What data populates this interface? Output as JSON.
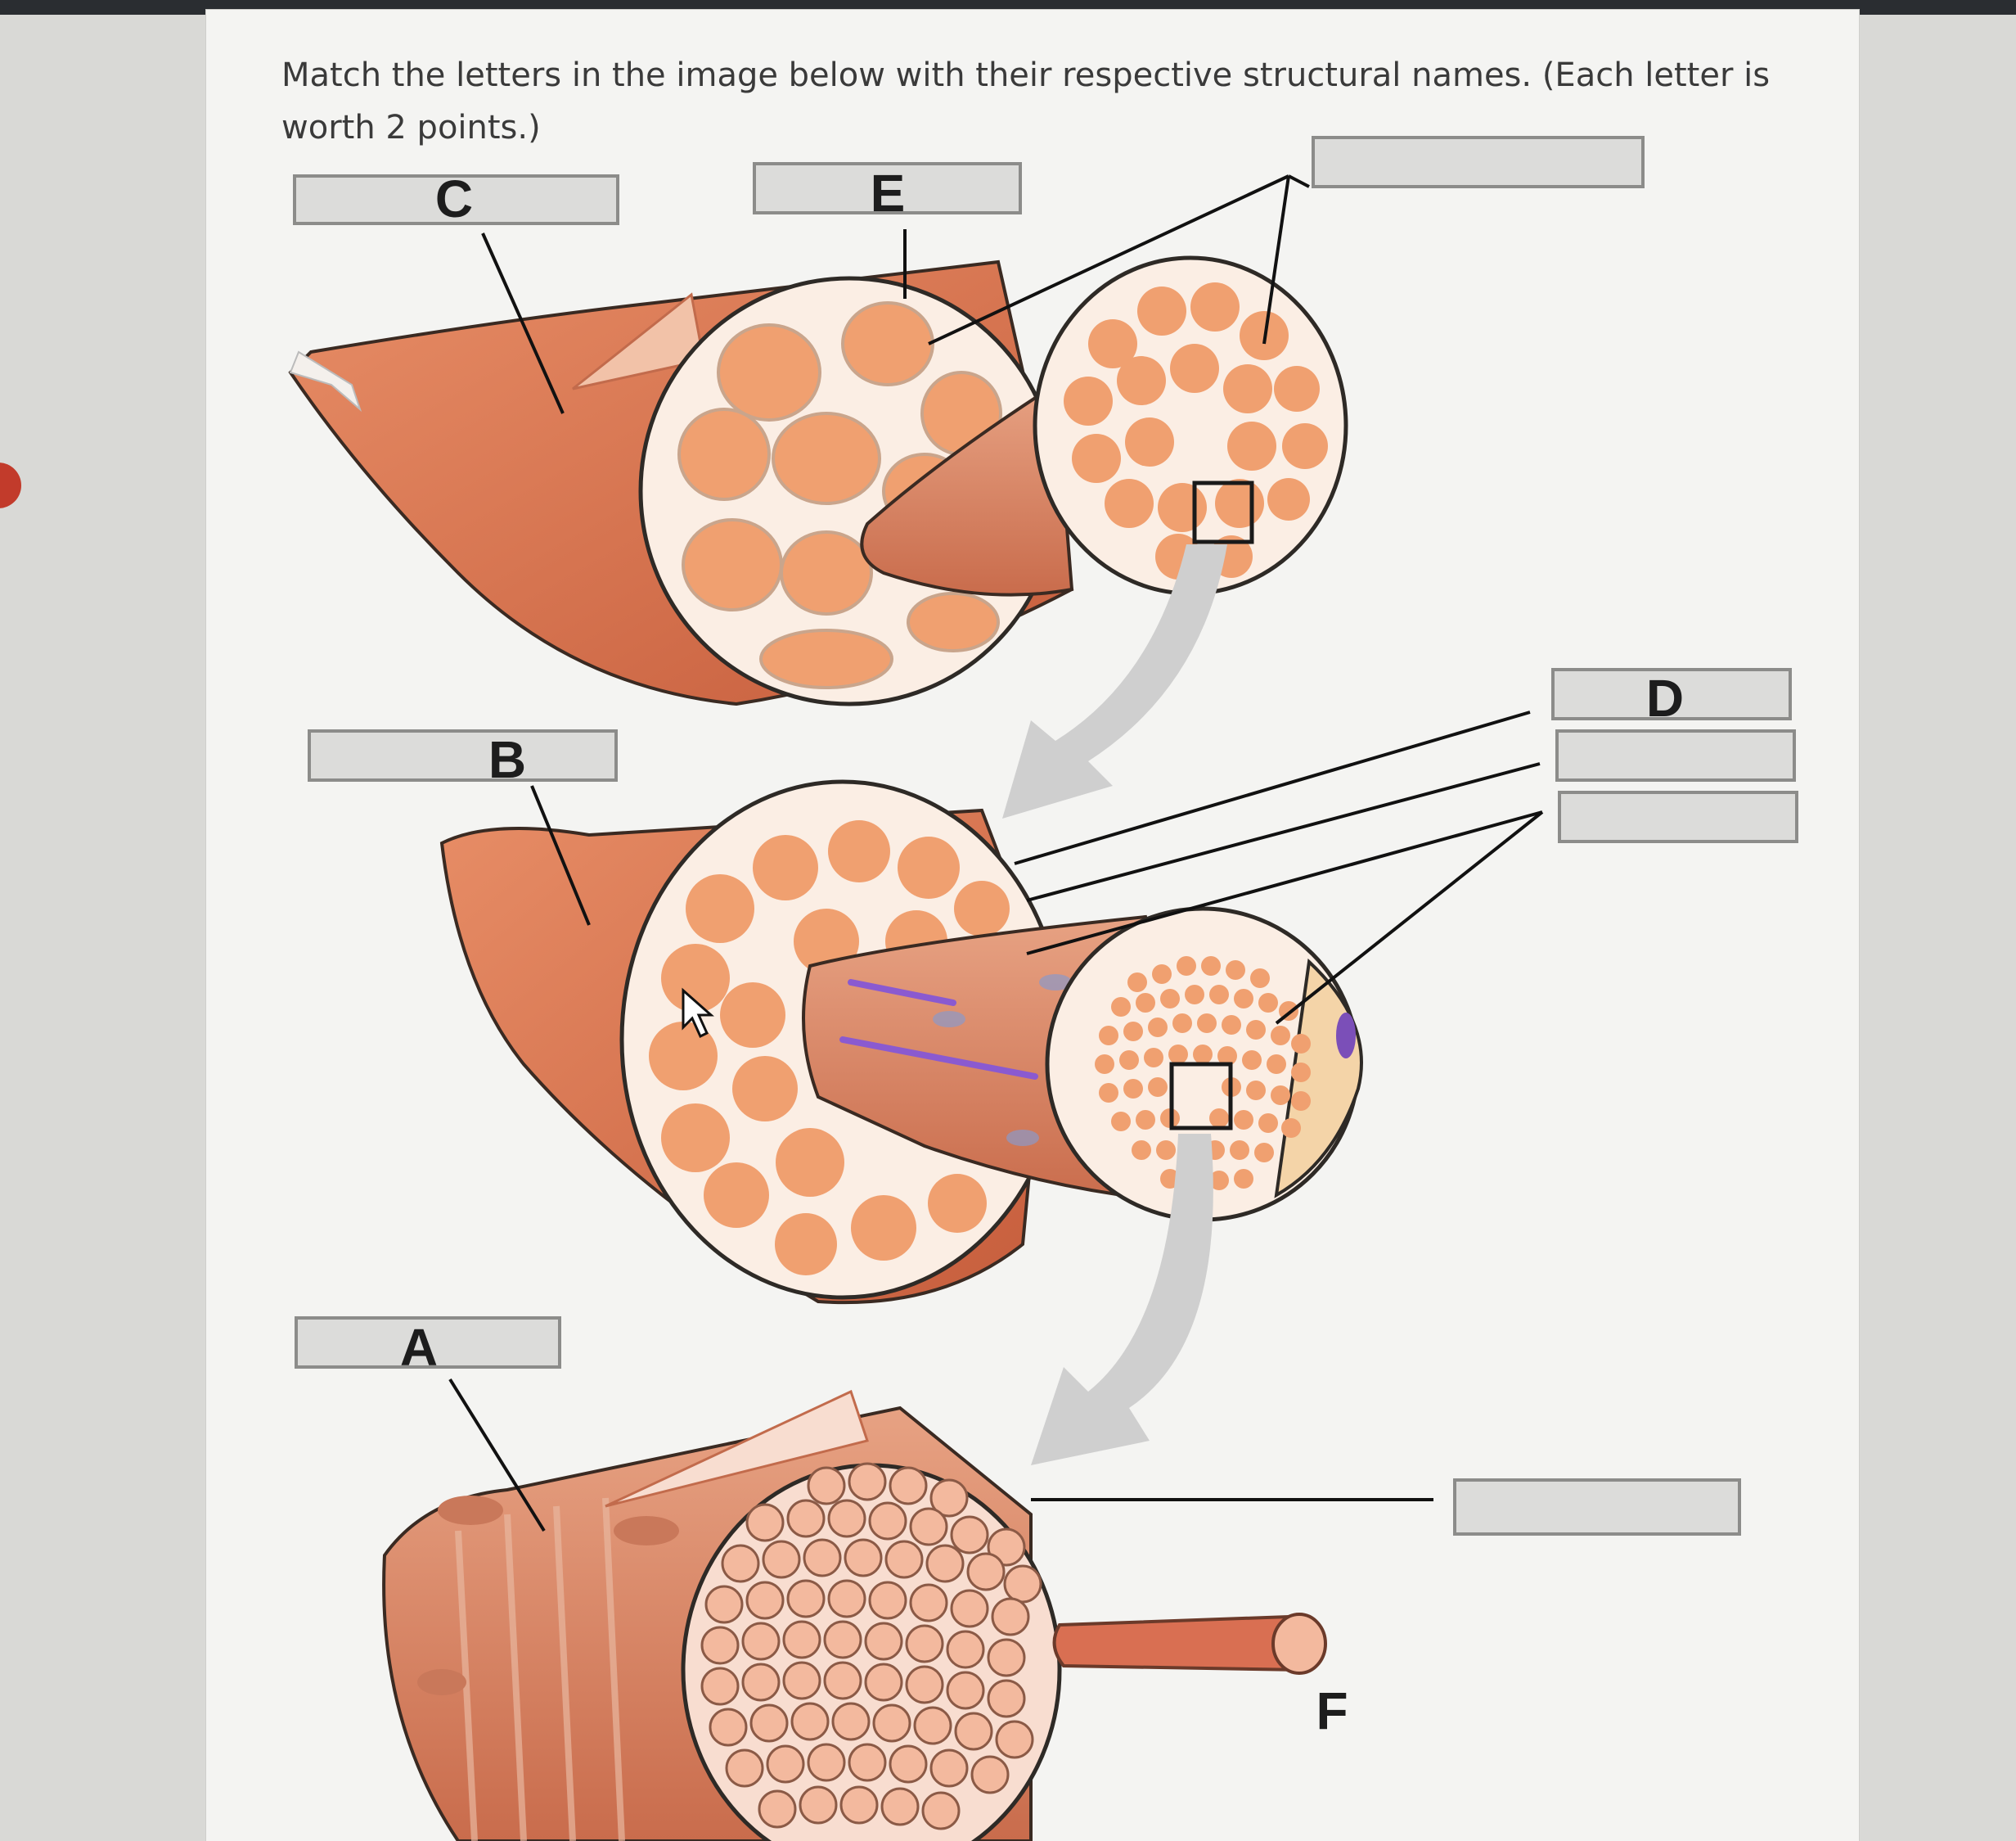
{
  "question": {
    "text": "Match the letters in the image below with their respective structural names. (Each letter is worth 2 points.)"
  },
  "labels": {
    "A": "A",
    "B": "B",
    "C": "C",
    "D": "D",
    "E": "E",
    "F": "F"
  },
  "colors": {
    "muscle": "#d8734f",
    "fascicle": "#f0a070",
    "connective": "#fbeee4",
    "arrow": "#cfcfcf",
    "nerve": "#8a5ad0"
  }
}
